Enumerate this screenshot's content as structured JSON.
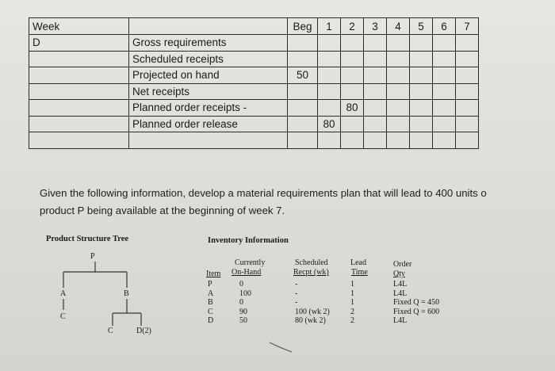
{
  "mrp_table": {
    "header": [
      "Week",
      "",
      "Beg",
      "1",
      "2",
      "3",
      "4",
      "5",
      "6",
      "7"
    ],
    "item_code": "D",
    "rows": [
      {
        "label": "Gross requirements",
        "beg": "",
        "weeks": [
          "",
          "",
          "",
          "",
          "",
          "",
          ""
        ]
      },
      {
        "label": "Scheduled receipts",
        "beg": "",
        "weeks": [
          "",
          "",
          "",
          "",
          "",
          "",
          ""
        ]
      },
      {
        "label": "Projected on hand",
        "beg": "50",
        "weeks": [
          "",
          "",
          "",
          "",
          "",
          "",
          ""
        ]
      },
      {
        "label": "Net receipts",
        "beg": "",
        "weeks": [
          "",
          "",
          "",
          "",
          "",
          "",
          ""
        ]
      },
      {
        "label": "Planned order receipts -",
        "beg": "",
        "weeks": [
          "",
          "80",
          "",
          "",
          "",
          "",
          ""
        ]
      },
      {
        "label": "Planned order release",
        "beg": "",
        "weeks": [
          "80",
          "",
          "",
          "",
          "",
          "",
          ""
        ]
      },
      {
        "label": "",
        "beg": "",
        "weeks": [
          "",
          "",
          "",
          "",
          "",
          "",
          ""
        ]
      }
    ]
  },
  "instructions": {
    "line1": "Given the following information, develop a material requirements plan that will lead to 400 units o",
    "line2": "product P being available at the beginning of week 7."
  },
  "product_structure": {
    "title": "Product Structure Tree",
    "nodes": {
      "root": "P",
      "a": "A",
      "b": "B",
      "c_under_a": "C",
      "c_under_b": "C",
      "d_under_b": "D(2)"
    }
  },
  "inventory": {
    "title": "Inventory Information",
    "headers": {
      "item": "Item",
      "on_hand_top": "Currently",
      "on_hand_bottom": "On-Hand",
      "sched_top": "Scheduled",
      "sched_bottom": "Recpt (wk)",
      "lead_top": "Lead",
      "lead_bottom": "Time",
      "order_top": "Order",
      "order_bottom": "Qty"
    },
    "rows": [
      {
        "item": "P",
        "on_hand": "0",
        "scheduled": "-",
        "lead": "1",
        "order": "L4L"
      },
      {
        "item": "A",
        "on_hand": "100",
        "scheduled": "-",
        "lead": "1",
        "order": "L4L"
      },
      {
        "item": "B",
        "on_hand": "0",
        "scheduled": "-",
        "lead": "1",
        "order": "Fixed Q = 450"
      },
      {
        "item": "C",
        "on_hand": "90",
        "scheduled": "100 (wk 2)",
        "lead": "2",
        "order": "Fixed Q = 600"
      },
      {
        "item": "D",
        "on_hand": "50",
        "scheduled": "80 (wk 2)",
        "lead": "2",
        "order": "L4L"
      }
    ]
  }
}
